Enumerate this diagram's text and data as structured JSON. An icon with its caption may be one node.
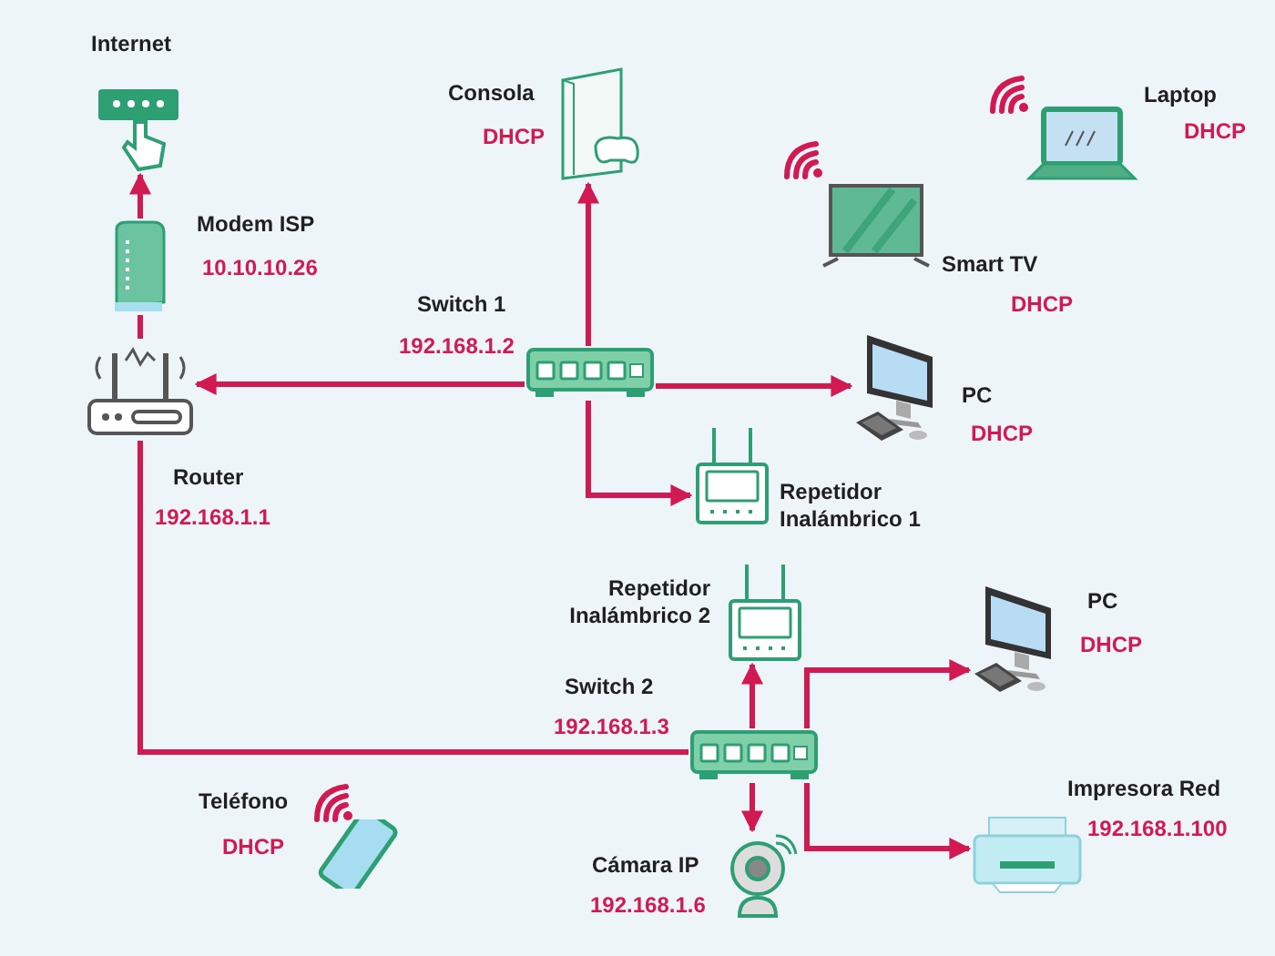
{
  "diagram": {
    "nodes": [
      {
        "text": [],
        "shape": "picture",
        "beside": [
          "Internet"
        ]
      },
      {
        "text": [],
        "shape": "picture",
        "beside": [
          "Modem ISP",
          "10.10.10.26"
        ]
      },
      {
        "text": [],
        "shape": "picture",
        "beside": [
          "Router",
          "192.168.1.1"
        ]
      },
      {
        "text": [],
        "shape": "picture",
        "beside": [
          "Consola",
          "DHCP"
        ]
      },
      {
        "text": [],
        "shape": "picture",
        "beside": [
          "Switch 1",
          "192.168.1.2"
        ]
      },
      {
        "text": [],
        "shape": "picture",
        "beside": [
          "Smart TV",
          "DHCP"
        ]
      },
      {
        "text": [],
        "shape": "picture",
        "beside": [
          "Laptop",
          "DHCP"
        ]
      },
      {
        "text": [],
        "shape": "picture",
        "beside": [
          "PC",
          "DHCP"
        ]
      },
      {
        "text": [],
        "shape": "picture",
        "beside": [
          "Repetidor Inalámbrico 1"
        ]
      },
      {
        "text": [],
        "shape": "picture",
        "beside": [
          "Repetidor Inalámbrico 2"
        ]
      },
      {
        "text": [],
        "shape": "picture",
        "beside": [
          "Switch 2",
          "192.168.1.3"
        ]
      },
      {
        "text": [],
        "shape": "picture",
        "beside": [
          "PC",
          "DHCP"
        ]
      },
      {
        "text": [],
        "shape": "picture",
        "beside": [
          "Teléfono",
          "DHCP"
        ]
      },
      {
        "text": [],
        "shape": "picture",
        "beside": [
          "Impresora Red",
          "192.168.1.100"
        ]
      },
      {
        "text": [],
        "shape": "picture",
        "beside": [
          "Cámara IP",
          "192.168.1.6"
        ]
      }
    ],
    "edges": [
      {
        "from": 1,
        "to": 0,
        "arrow": "to"
      },
      {
        "from": 2,
        "to": 1,
        "arrow": "none"
      },
      {
        "from": 4,
        "to": 2,
        "arrow": "to"
      },
      {
        "from": 4,
        "to": 3,
        "arrow": "to"
      },
      {
        "from": 4,
        "to": 7,
        "arrow": "to"
      },
      {
        "from": 4,
        "to": 8,
        "arrow": "to"
      },
      {
        "from": 10,
        "to": 2,
        "arrow": "none"
      },
      {
        "from": 10,
        "to": 9,
        "arrow": "to"
      },
      {
        "from": 10,
        "to": 11,
        "arrow": "to"
      },
      {
        "from": 10,
        "to": 13,
        "arrow": "to"
      },
      {
        "from": 10,
        "to": 14,
        "arrow": "to"
      }
    ]
  }
}
